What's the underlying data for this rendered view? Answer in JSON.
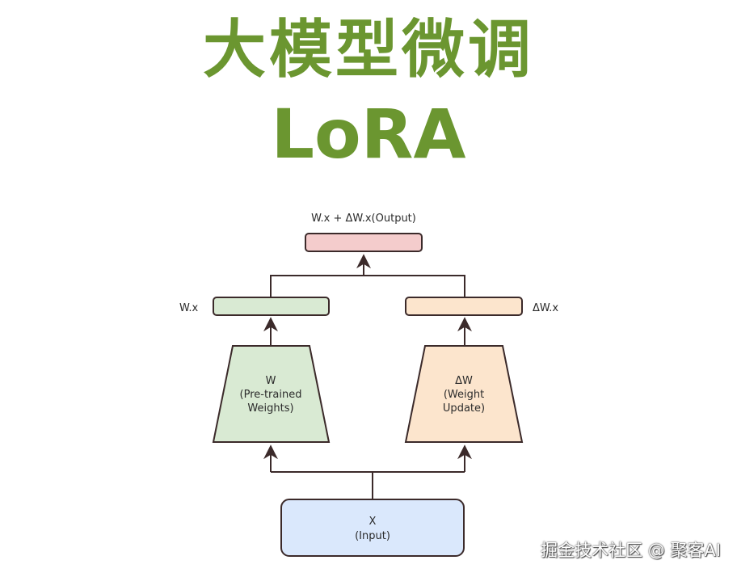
{
  "title": {
    "line1": "大模型微调",
    "line2": "LoRA"
  },
  "diagram": {
    "output_label": "W.x + ΔW.x(Output)",
    "left_branch_label": "W.x",
    "right_branch_label": "ΔW.x",
    "w_block": [
      "W",
      "(Pre-trained",
      "Weights)"
    ],
    "dw_block": [
      "ΔW",
      "(Weight",
      "Update)"
    ],
    "input_block": [
      "X",
      "(Input)"
    ]
  },
  "colors": {
    "title": "#6b9630",
    "output_box": "#f4cccc",
    "left_box": "#d9ead3",
    "right_box": "#fce5cd",
    "input_box": "#dae8fc",
    "stroke": "#3b2a2a"
  },
  "watermark": "掘金技术社区 @ 聚客AI"
}
